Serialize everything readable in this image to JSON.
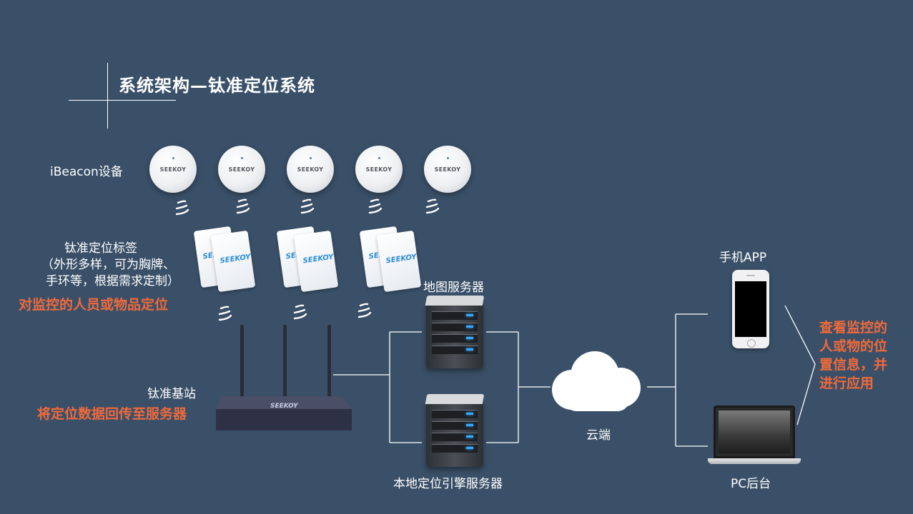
{
  "title": "系统架构—钛准定位系统",
  "beacon_label": "iBeacon设备",
  "beacon_brand": "SEEKOY",
  "tag_label_line1": "钛准定位标签",
  "tag_label_line2": "（外形多样，可为胸牌、",
  "tag_label_line3": "手环等，根据需求定制）",
  "tag_note": "对监控的人员或物品定位",
  "tag_brand": "SEEKOY",
  "base_label": "钛准基站",
  "base_note": "将定位数据回传至服务器",
  "base_brand": "SEEKOY",
  "map_server_label": "地图服务器",
  "local_server_label": "本地定位引擎服务器",
  "cloud_label": "云端",
  "phone_label": "手机APP",
  "pc_label": "PC后台",
  "client_note": "查看监控的人或物的位置信息，并进行应用",
  "colors": {
    "background": "#3a5068",
    "highlight": "#ef6a3c"
  }
}
